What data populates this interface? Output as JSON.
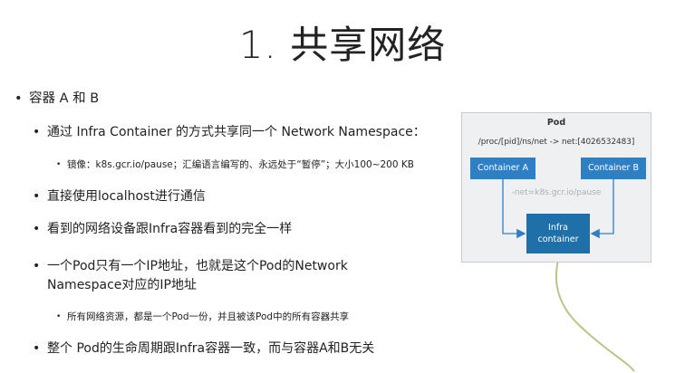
{
  "slide": {
    "title": "1. 共享网络",
    "bullets": {
      "b1": "容器 A 和 B",
      "b1_1": "通过 Infra Container 的方式共享同一个 Network Namespace：",
      "b1_1_1": "镜像：k8s.gcr.io/pause；汇编语言编写的、永远处于“暂停”；大小100~200 KB",
      "b1_2": "直接使用localhost进行通信",
      "b1_3": "看到的网络设备跟Infra容器看到的完全一样",
      "b1_4_line1": "一个Pod只有一个IP地址，也就是这个Pod的Network",
      "b1_4_line2": "Namespace对应的IP地址",
      "b1_4_1": "所有网络资源，都是一个Pod一份，并且被该Pod中的所有容器共享",
      "b1_5": "整个 Pod的生命周期跟Infra容器一致，而与容器A和B无关"
    }
  },
  "diagram": {
    "pod_label": "Pod",
    "netns_path": "/proc/[pid]/ns/net -> net:[4026532483]",
    "container_a": "Container A",
    "container_b": "Container B",
    "net_option": "-net=k8s.gcr.io/pause",
    "infra_line1": "Infra",
    "infra_line2": "container",
    "colors": {
      "container": "#2f7fc5",
      "infra": "#1f6fa8",
      "pod_bg": "#eef0f2",
      "arrow": "#2f7fc5",
      "annotation_line": "#b9c48a"
    }
  },
  "bullet_glyph": "•"
}
